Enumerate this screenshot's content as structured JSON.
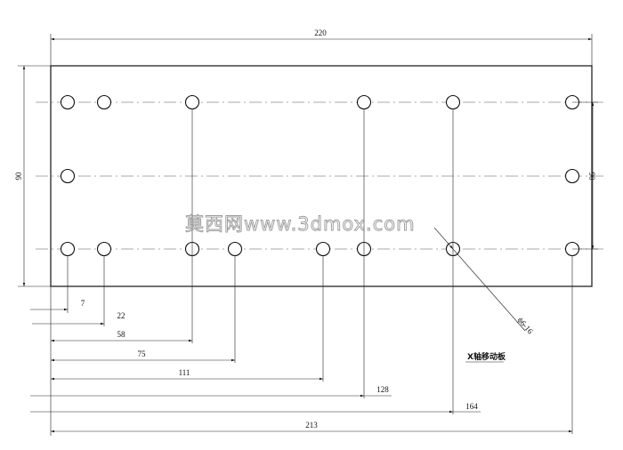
{
  "dimensions": {
    "overall_width": "220",
    "overall_height_left": "90",
    "overall_height_right": "90",
    "hole_spec": "ϕ6-16",
    "x_offsets": [
      "7",
      "22",
      "58",
      "75",
      "111",
      "128",
      "164",
      "213"
    ]
  },
  "watermark": "莫西网www.3dmox.com",
  "part_label": "X轴移动板",
  "colors": {
    "line": "#111111",
    "center": "#555555",
    "watermark": "#999999"
  }
}
